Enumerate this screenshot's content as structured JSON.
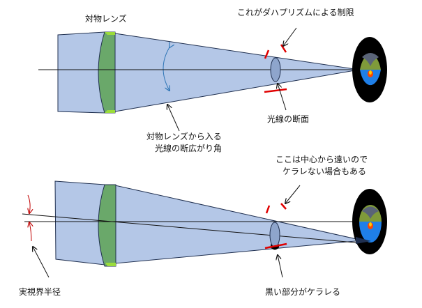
{
  "labels": {
    "objective_lens": "対物レンズ",
    "dach_prism_limit": "これがダハプリズムによる制限",
    "angle_line1": "対物レンズから入る",
    "angle_line2": "光線の断広がり角",
    "cross_section": "光線の断面",
    "far_line1": "ここは中心から遠いので",
    "far_line2": "ケラレない場合もある",
    "field_radius": "実視界半径",
    "vignetted": "黒い部分がケラレる"
  },
  "colors": {
    "beam": "#b4c7e7",
    "lens": "#70ad47",
    "lens_dark": "#6aa86a",
    "section": "#8ea5cc",
    "limit": "#e00000",
    "eye_blue": "#1f7fe8",
    "eye_black": "#000000"
  }
}
